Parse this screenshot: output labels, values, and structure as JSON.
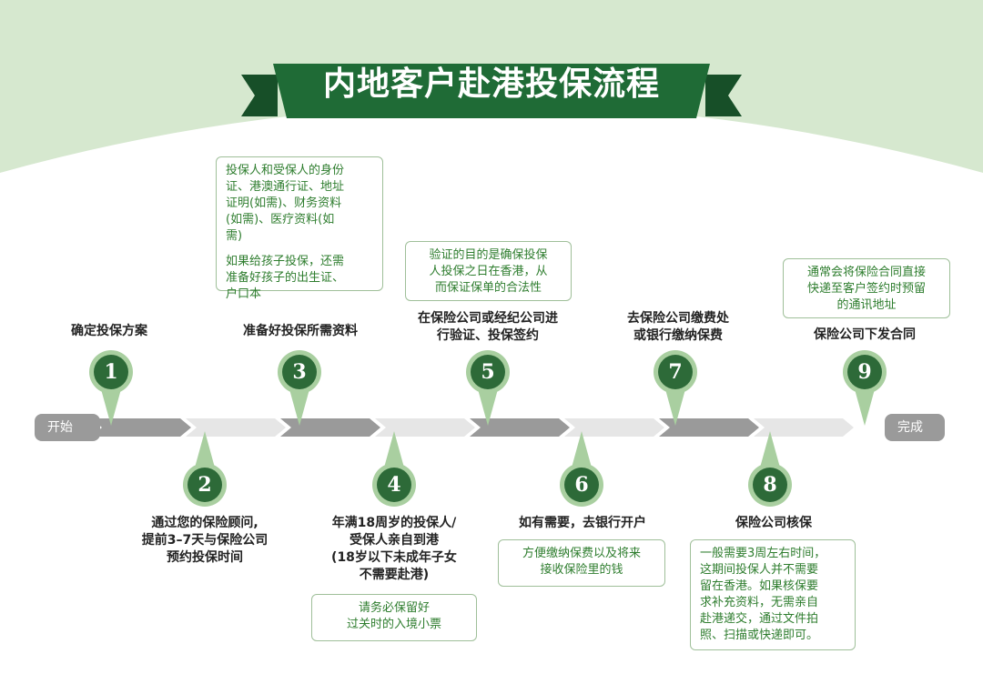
{
  "title": "内地客户赴港投保流程",
  "start_label": "开始",
  "end_label": "完成",
  "steps": [
    {
      "num": "1",
      "label": [
        "确定投保方案"
      ]
    },
    {
      "num": "2",
      "label": [
        "通过您的保险顾问,",
        "提前3–7天与保险公司",
        "预约投保时间"
      ]
    },
    {
      "num": "3",
      "label": [
        "准备好投保所需资料"
      ]
    },
    {
      "num": "4",
      "label": [
        "年满18周岁的投保人/",
        "受保人亲自到港",
        "(18岁以下未成年子女",
        "不需要赴港)"
      ]
    },
    {
      "num": "5",
      "label": [
        "在保险公司或经纪公司进",
        "行验证、投保签约"
      ]
    },
    {
      "num": "6",
      "label": [
        "如有需要，去银行开户"
      ]
    },
    {
      "num": "7",
      "label": [
        "去保险公司缴费处",
        "或银行缴纳保费"
      ]
    },
    {
      "num": "8",
      "label": [
        "保险公司核保"
      ]
    },
    {
      "num": "9",
      "label": [
        "保险公司下发合同"
      ]
    }
  ],
  "notes": {
    "step3": [
      [
        "投保人和受保人的身份",
        "证、港澳通行证、地址",
        "证明(如需)、财务资料",
        "(如需)、医疗资料(如",
        "需)"
      ],
      [
        "如果给孩子投保，还需",
        "准备好孩子的出生证、",
        "户口本"
      ]
    ],
    "step4": [
      "请务必保留好",
      "过关时的入境小票"
    ],
    "step5": [
      "验证的目的是确保投保",
      "人投保之日在香港，从",
      "而保证保单的合法性"
    ],
    "step6": [
      "方便缴纳保费以及将来",
      "接收保险里的钱"
    ],
    "step8": [
      "一般需要3周左右时间，",
      "这期间投保人并不需要",
      "留在香港。如果核保要",
      "求补充资料，无需亲自",
      "赴港递交，通过文件拍",
      "照、扫描或快递即可。"
    ],
    "step9": [
      "通常会将保险合同直接",
      "快递至客户签约时预留",
      "的通讯地址"
    ]
  },
  "colors": {
    "dark_green": "#1f6b36",
    "pin_green": "#2d6a38",
    "light_green": "#d6e8cf",
    "note_text": "#2e7d2e",
    "arrow_dark": "#9a9a9a",
    "arrow_light": "#e6e6e6"
  }
}
